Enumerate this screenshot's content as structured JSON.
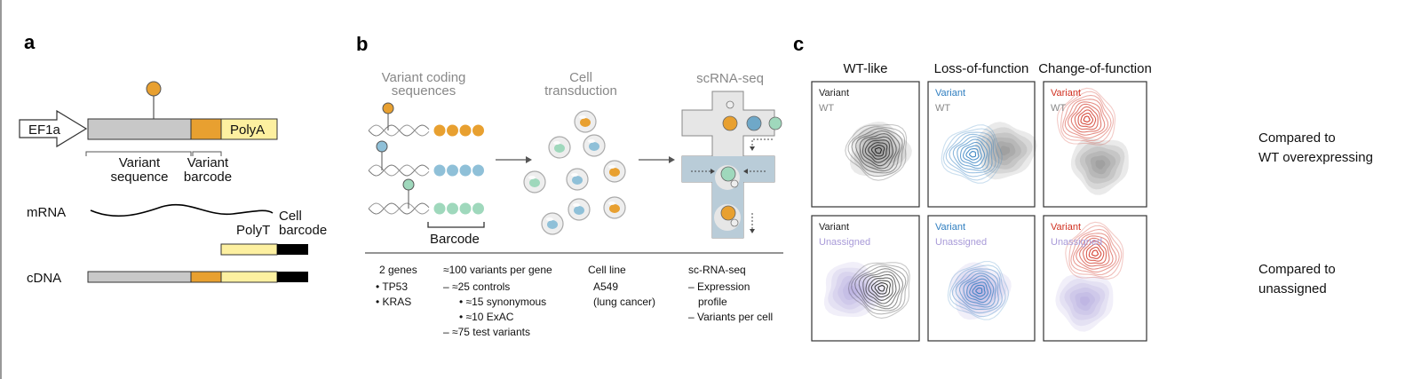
{
  "panel_a": {
    "letter": "a",
    "promoter": "EF1a",
    "polya": "PolyA",
    "variant_sequence": [
      "Variant",
      "sequence"
    ],
    "variant_barcode": [
      "Variant",
      "barcode"
    ],
    "mrna": "mRNA",
    "polyt": "PolyT",
    "cell_barcode": [
      "Cell",
      "barcode"
    ],
    "cdna": "cDNA",
    "colors": {
      "sequence": "#c8c8c8",
      "barcode": "#e8a030",
      "polya": "#fdf0a0",
      "cell_barcode": "#000000"
    }
  },
  "panel_b": {
    "letter": "b",
    "steps": {
      "coding": [
        "Variant coding",
        "sequences"
      ],
      "transduction": [
        "Cell",
        "transduction"
      ],
      "scrna": "scRNA-seq"
    },
    "barcode": "Barcode",
    "colors": {
      "orange": "#e8a030",
      "blue": "#8fc0d8",
      "green": "#9fd8bc"
    },
    "columns": [
      {
        "heading": "2 genes",
        "lines": [
          "• TP53",
          "• KRAS"
        ]
      },
      {
        "heading": "≈100 variants per gene",
        "lines": [
          "– ≈25 controls",
          "• ≈15 synonymous",
          "• ≈10 ExAC",
          "– ≈75 test variants"
        ]
      },
      {
        "heading": "Cell line",
        "lines": [
          "A549",
          "(lung cancer)"
        ]
      },
      {
        "heading": "sc-RNA-seq",
        "lines": [
          "– Expression",
          "profile",
          "– Variants per cell"
        ]
      }
    ]
  },
  "panel_c": {
    "letter": "c",
    "columns": [
      "WT-like",
      "Loss-of-function",
      "Change-of-function"
    ],
    "rows": [
      {
        "label": [
          "Compared to",
          "WT overexpressing"
        ],
        "reference": "WT",
        "reference_color": "#888888"
      },
      {
        "label": [
          "Compared to",
          "unassigned"
        ],
        "reference": "Unassigned",
        "reference_color": "#a89ad8"
      }
    ],
    "variant_label": "Variant",
    "variant_colors": [
      "#222222",
      "#2f7ec0",
      "#d03020"
    ]
  }
}
